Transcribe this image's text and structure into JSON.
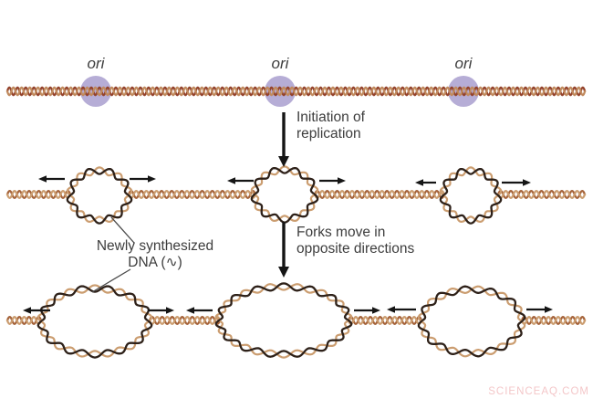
{
  "figure": {
    "ori_label": "ori",
    "initiation_label": "Initiation of replication",
    "forks_label": "Forks move in opposite directions",
    "newly_synthesized_label": "Newly synthesized DNA (∿)"
  },
  "watermark": "SCIENCEAQ.COM",
  "colors": {
    "top_dna_dark": "#94432b",
    "top_dna_light": "#c08a5e",
    "parental_dna_dark": "#a5633a",
    "parental_dna_light": "#cb9d70",
    "new_dna": "#2e2119",
    "ori_circle": "#b6add6",
    "arrow": "#151515",
    "pointer_line": "#4a4a4a",
    "text": "#3d3d3d",
    "watermark_color": "#f4c7c9"
  }
}
